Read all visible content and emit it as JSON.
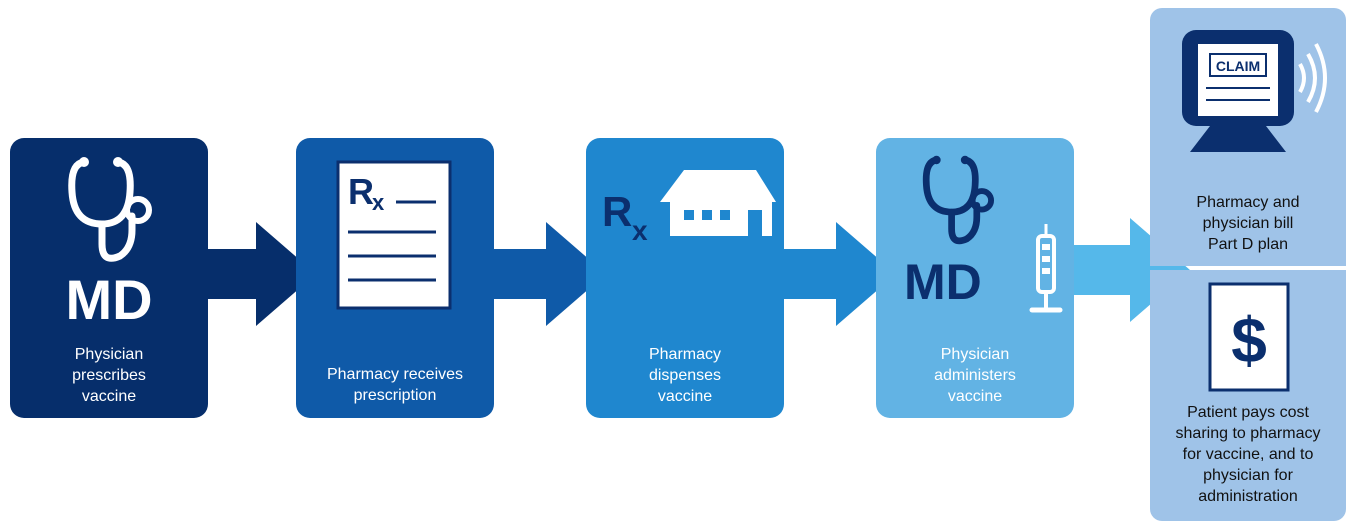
{
  "steps": [
    {
      "icon_text": "MD",
      "label": "Physician\nprescribes\nvaccine",
      "color": "#062e6b"
    },
    {
      "icon_text": "Rx",
      "label": "Pharmacy receives\nprescription",
      "color": "#0f5aa8"
    },
    {
      "icon_text": "Rx",
      "label": "Pharmacy\ndispenses\nvaccine",
      "color": "#1f87cf"
    },
    {
      "icon_text": "MD",
      "label": "Physician\nadministers\nvaccine",
      "color": "#62b3e4"
    }
  ],
  "outcomes": [
    {
      "icon_text": "CLAIM",
      "label": "Pharmacy and\nphysician bill\nPart D plan"
    },
    {
      "icon_text": "$",
      "label": "Patient pays cost\nsharing to pharmacy\nfor vaccine, and to\nphysician for\nadministration"
    }
  ],
  "colors": {
    "arrow1": "#062e6b",
    "arrow2": "#0f5aa8",
    "arrow3": "#1f87cf",
    "arrow4": "#55b8ea",
    "outcome_bg": "#9fc3e8",
    "icon_dark": "#0b2f6e"
  }
}
